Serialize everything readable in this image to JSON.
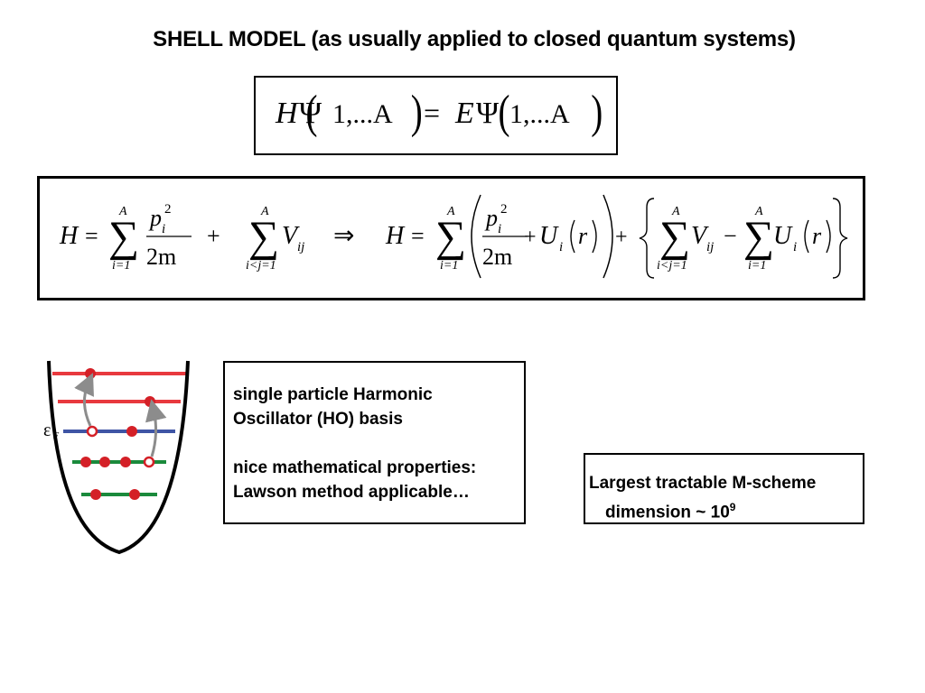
{
  "slide": {
    "title": "SHELL MODEL (as usually applied to closed quantum systems)"
  },
  "schrodinger_equation": {
    "lhs_operator": "H",
    "psi": "Ψ",
    "args": "1,...A",
    "equals": "=",
    "energy": "E"
  },
  "hamiltonian_equation": {
    "H": "H",
    "equals": "=",
    "sum_upper": "A",
    "sum_lower_i": "i=1",
    "sum_lower_ij": "i<j=1",
    "p": "p",
    "p_sub": "i",
    "p_sup": "2",
    "denominator": "2m",
    "plus": "+",
    "V": "V",
    "V_sub": "ij",
    "implies": "⇒",
    "U": "U",
    "U_sub": "i",
    "r": "r",
    "minus": "−"
  },
  "level_diagram": {
    "fermi_label": "ε",
    "fermi_sub": "F",
    "colors": {
      "upper_levels": "#e8393e",
      "fermi_level": "#3f55a5",
      "lower_levels": "#1b8a3c",
      "particle": "#d42027",
      "arrow": "#8c8c8c"
    }
  },
  "notes": {
    "basis": {
      "line1": "single particle Harmonic",
      "line2": "Oscillator (HO) basis",
      "line3": "nice mathematical properties:",
      "line4": "Lawson method applicable…"
    },
    "dimension": {
      "line1": "Largest tractable M-scheme",
      "line2_text": "dimension ~ 10",
      "line2_sup": "9"
    }
  }
}
